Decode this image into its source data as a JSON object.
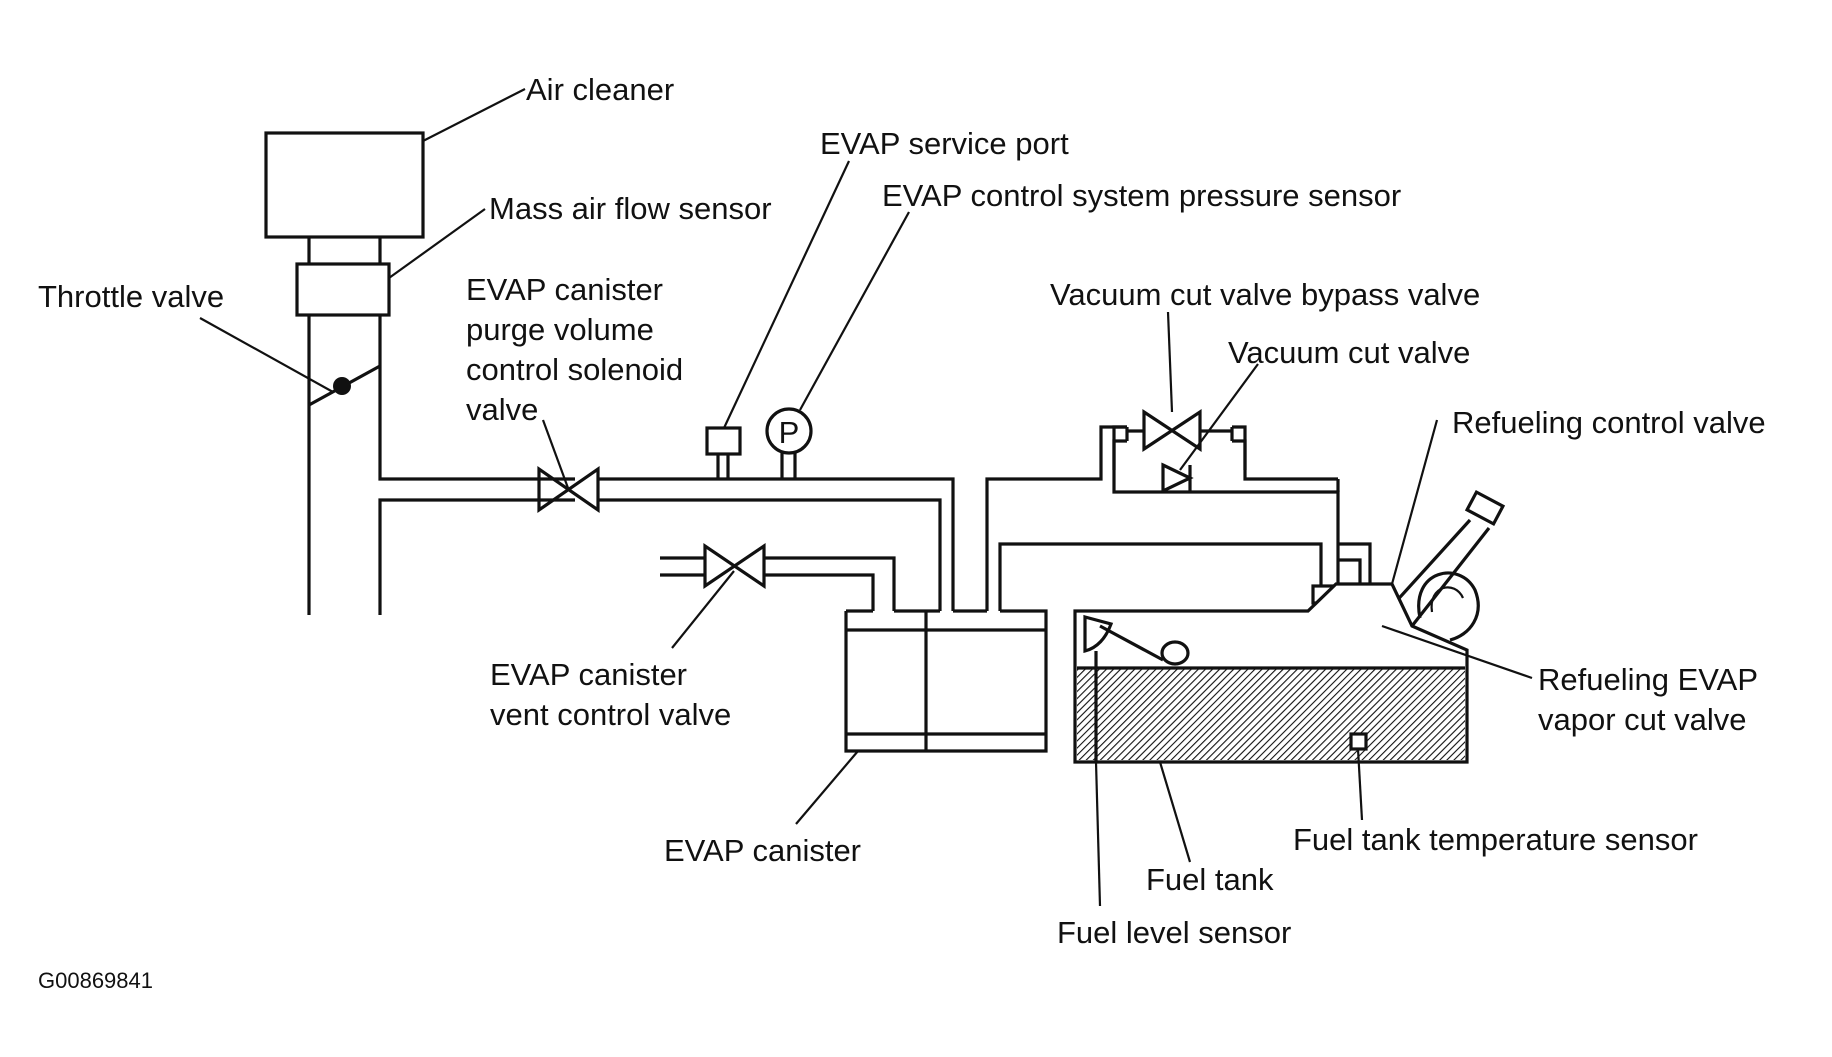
{
  "labels": {
    "air_cleaner": "Air cleaner",
    "mass_air_flow_sensor": "Mass air flow sensor",
    "throttle_valve": "Throttle valve",
    "purge_valve": [
      "EVAP canister",
      "purge volume",
      "control solenoid",
      "valve"
    ],
    "evap_service_port": "EVAP service port",
    "pressure_sensor": "EVAP control system pressure sensor",
    "vacuum_cut_valve_bypass_valve": "Vacuum cut valve bypass valve",
    "vacuum_cut_valve": "Vacuum cut valve",
    "refueling_control_valve": "Refueling control valve",
    "refueling_evap_vapor_cut_valve": [
      "Refueling EVAP",
      "vapor cut valve"
    ],
    "vent_control_valve": [
      "EVAP canister",
      "vent control valve"
    ],
    "evap_canister": "EVAP canister",
    "fuel_tank_temperature_sensor": "Fuel tank temperature sensor",
    "fuel_tank": "Fuel tank",
    "fuel_level_sensor": "Fuel level sensor",
    "pressure_symbol": "P"
  },
  "figure_id": "G00869841"
}
